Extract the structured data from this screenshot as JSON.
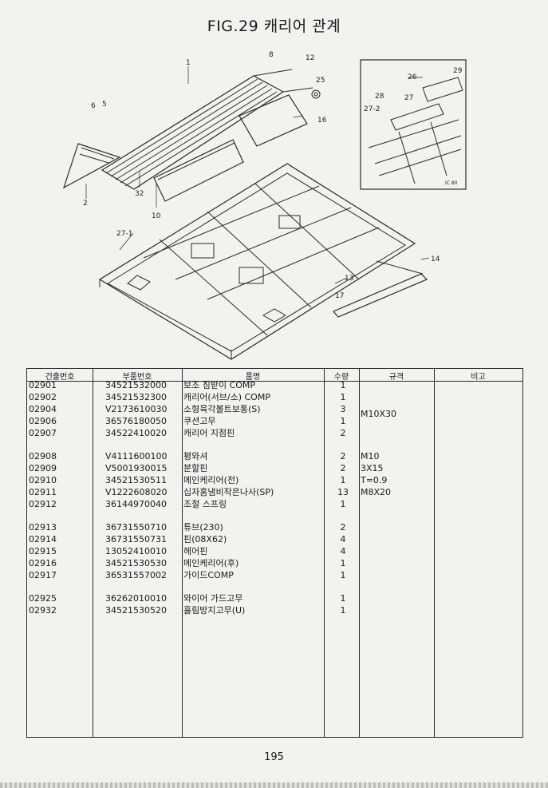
{
  "title": "FIG.29 캐리어 관계",
  "inset_tag": "IC 80",
  "callouts": [
    "1",
    "2",
    "5",
    "6",
    "8",
    "10",
    "12",
    "13",
    "14",
    "16",
    "17",
    "25",
    "26",
    "27",
    "27-1",
    "27-2",
    "28",
    "29",
    "32"
  ],
  "table": {
    "headers": {
      "code": "건출번호",
      "part_no": "부품번호",
      "name": "품명",
      "qty": "수량",
      "spec": "규격",
      "note": "비고"
    },
    "rows": [
      {
        "code": "02901",
        "part_no": "34521532000",
        "name": "보조 침받이 COMP",
        "qty": "1",
        "spec": ""
      },
      {
        "code": "02902",
        "part_no": "34521532300",
        "name": "캐리어(서브/소) COMP",
        "qty": "1",
        "spec": ""
      },
      {
        "code": "02904",
        "part_no": "V2173610030",
        "name": "소형육각볼트보통(S)",
        "qty": "3",
        "spec": "M10X30"
      },
      {
        "code": "02906",
        "part_no": "36576180050",
        "name": "쿠션고무",
        "qty": "1",
        "spec": ""
      },
      {
        "code": "02907",
        "part_no": "34522410020",
        "name": "캐리어 지점핀",
        "qty": "2",
        "spec": ""
      },
      {
        "code": "02908",
        "part_no": "V4111600100",
        "name": "평와셔",
        "qty": "2",
        "spec": "M10"
      },
      {
        "code": "02909",
        "part_no": "V5001930015",
        "name": "분할핀",
        "qty": "2",
        "spec": "3X15"
      },
      {
        "code": "02910",
        "part_no": "34521530511",
        "name": "메인케리어(전)",
        "qty": "1",
        "spec": "T=0.9"
      },
      {
        "code": "02911",
        "part_no": "V1222608020",
        "name": "십자홈냄비작은나사(SP)",
        "qty": "13",
        "spec": "M8X20"
      },
      {
        "code": "02912",
        "part_no": "36144970040",
        "name": "조절 스프링",
        "qty": "1",
        "spec": ""
      },
      {
        "code": "02913",
        "part_no": "36731550710",
        "name": "튜브(230)",
        "qty": "2",
        "spec": ""
      },
      {
        "code": "02914",
        "part_no": "36731550731",
        "name": "핀(08X62)",
        "qty": "4",
        "spec": ""
      },
      {
        "code": "02915",
        "part_no": "13052410010",
        "name": "헤어핀",
        "qty": "4",
        "spec": ""
      },
      {
        "code": "02916",
        "part_no": "34521530530",
        "name": "메인케리어(후)",
        "qty": "1",
        "spec": ""
      },
      {
        "code": "02917",
        "part_no": "36531557002",
        "name": "가이드COMP",
        "qty": "1",
        "spec": ""
      },
      {
        "code": "02925",
        "part_no": "36262010010",
        "name": "와이어 가드고무",
        "qty": "1",
        "spec": ""
      },
      {
        "code": "02932",
        "part_no": "34521530520",
        "name": "흘림방지고무(U)",
        "qty": "1",
        "spec": ""
      }
    ]
  },
  "page_number": "195"
}
